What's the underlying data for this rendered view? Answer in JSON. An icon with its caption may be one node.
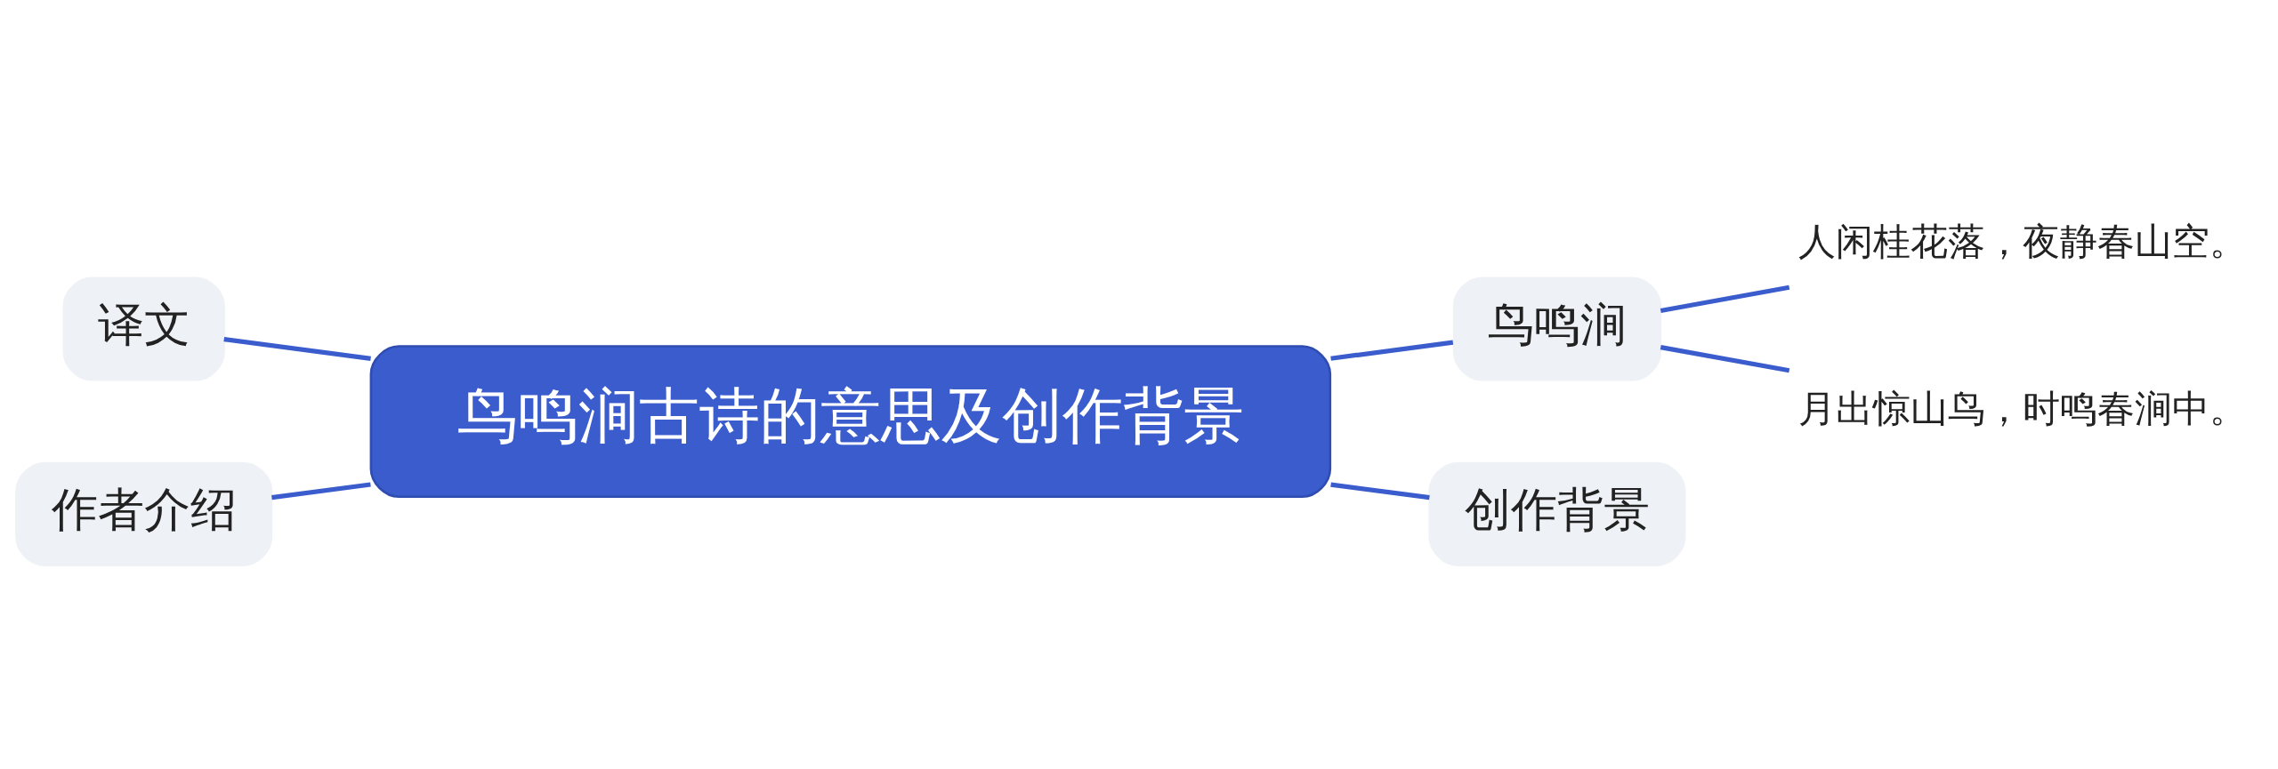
{
  "diagram": {
    "nodes": [
      {
        "text": [
          "鸟鸣涧古诗的意思及创作背景"
        ]
      },
      {
        "text": [
          "译文"
        ]
      },
      {
        "text": [
          "作者介绍"
        ]
      },
      {
        "text": [
          "鸟鸣涧"
        ]
      },
      {
        "text": [
          "创作背景"
        ]
      },
      {
        "text": [
          "人闲桂花落，夜静春山空。"
        ]
      },
      {
        "text": [
          "月出惊山鸟，时鸣春涧中。"
        ]
      }
    ],
    "edges": [
      {
        "from": 1,
        "to": 0,
        "arrow": "none"
      },
      {
        "from": 2,
        "to": 0,
        "arrow": "none"
      },
      {
        "from": 0,
        "to": 3,
        "arrow": "none"
      },
      {
        "from": 0,
        "to": 4,
        "arrow": "none"
      },
      {
        "from": 3,
        "to": 5,
        "arrow": "none"
      },
      {
        "from": 3,
        "to": 6,
        "arrow": "none"
      }
    ]
  }
}
